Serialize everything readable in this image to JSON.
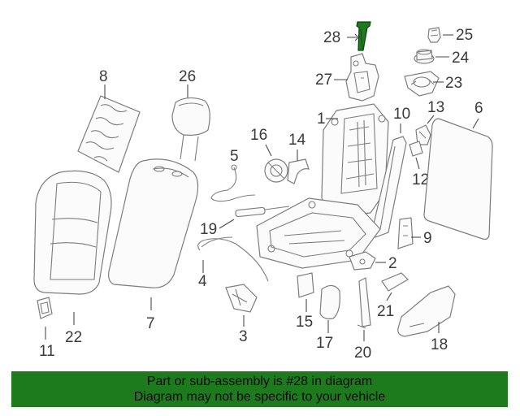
{
  "diagram": {
    "highlighted_part": "28",
    "callouts": [
      "28",
      "25",
      "24",
      "23",
      "27",
      "1",
      "10",
      "13",
      "6",
      "8",
      "26",
      "16",
      "14",
      "5",
      "12",
      "19",
      "9",
      "2",
      "4",
      "7",
      "3",
      "15",
      "17",
      "21",
      "20",
      "18",
      "11",
      "22"
    ]
  },
  "banner": {
    "line1": "Part or sub-assembly is #28 in diagram",
    "line2": "Diagram may not be specific to your vehicle",
    "color": "#1d7a1d"
  }
}
